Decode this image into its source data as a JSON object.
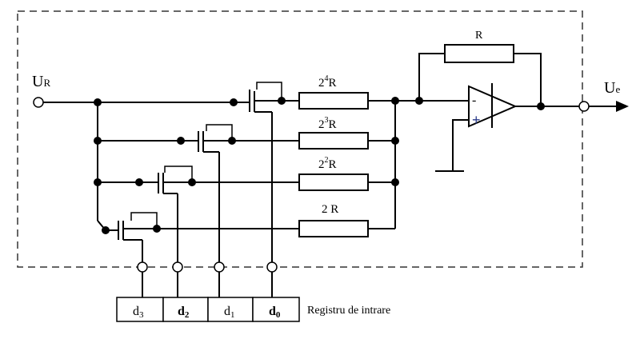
{
  "labels": {
    "input_voltage": "U",
    "input_voltage_sub": "R",
    "output_voltage": "U",
    "output_voltage_sub": "e",
    "feedback_resistor": "R",
    "r_2_4": "2",
    "r_2_4_exp": "4",
    "r_2_4_unit": "R",
    "r_2_3": "2",
    "r_2_3_exp": "3",
    "r_2_3_unit": "R",
    "r_2_2": "2",
    "r_2_2_exp": "2",
    "r_2_2_unit": "R",
    "r_2": "2 R",
    "opamp_minus": "-",
    "opamp_plus": "+",
    "register_caption": "Registru de intrare"
  },
  "register_bits": [
    {
      "base": "d",
      "sub": "3"
    },
    {
      "base": "d",
      "sub": "2"
    },
    {
      "base": "d",
      "sub": "1"
    },
    {
      "base": "d",
      "sub": "0"
    }
  ],
  "colors": {
    "line": "#000000",
    "frame": "#333333",
    "opamp_plus": "#2a3a8a"
  }
}
